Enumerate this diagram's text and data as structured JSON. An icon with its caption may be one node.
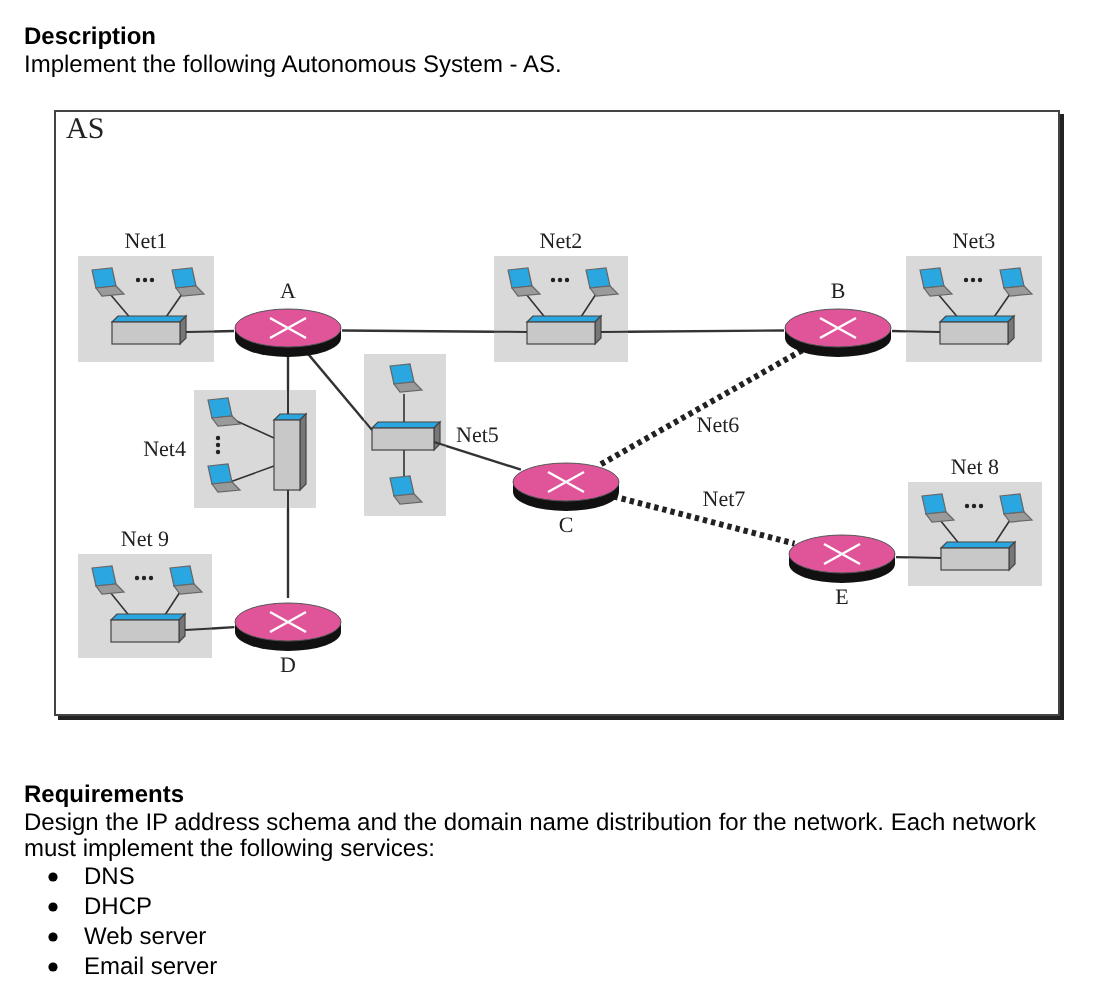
{
  "diagram": {
    "nodes": [
      {
        "text": [
          "AS"
        ]
      },
      {
        "text": [
          "Net1"
        ],
        "in": 0
      },
      {
        "text": [
          "Net2"
        ],
        "in": 0
      },
      {
        "text": [
          "Net3"
        ],
        "in": 0
      },
      {
        "text": [
          "Net4"
        ],
        "in": 0
      },
      {
        "text": [
          "Net5"
        ],
        "in": 0
      },
      {
        "text": [
          "Net 8"
        ],
        "in": 0
      },
      {
        "text": [
          "Net 9"
        ],
        "in": 0
      },
      {
        "text": [
          "A"
        ],
        "in": 0
      },
      {
        "text": [
          "B"
        ],
        "in": 0
      },
      {
        "text": [
          "C"
        ],
        "in": 0
      },
      {
        "text": [
          "D"
        ],
        "in": 0
      },
      {
        "text": [
          "E"
        ],
        "in": 0
      }
    ],
    "edges": [
      {
        "from": 1,
        "to": 8,
        "arrow": "none"
      },
      {
        "from": 8,
        "to": 2,
        "arrow": "none"
      },
      {
        "from": 2,
        "to": 9,
        "arrow": "none"
      },
      {
        "from": 9,
        "to": 3,
        "arrow": "none"
      },
      {
        "from": 8,
        "to": 4,
        "arrow": "none"
      },
      {
        "from": 4,
        "to": 11,
        "arrow": "none"
      },
      {
        "from": 8,
        "to": 5,
        "arrow": "none"
      },
      {
        "from": 5,
        "to": 10,
        "arrow": "none"
      },
      {
        "from": 10,
        "to": 9,
        "arrow": "none",
        "label": "Net6",
        "style": "dashed"
      },
      {
        "from": 10,
        "to": 12,
        "arrow": "none",
        "label": "Net7",
        "style": "dashed"
      },
      {
        "from": 12,
        "to": 6,
        "arrow": "none"
      },
      {
        "from": 7,
        "to": 11,
        "arrow": "none"
      }
    ],
    "labels": [
      "Description",
      "Implement the following Autonomous System - AS.",
      "Requirements",
      "Design the IP address schema and the domain name distribution for the network. Each network must implement the following services:",
      "DNS",
      "DHCP",
      "Web server",
      "Email server"
    ]
  }
}
